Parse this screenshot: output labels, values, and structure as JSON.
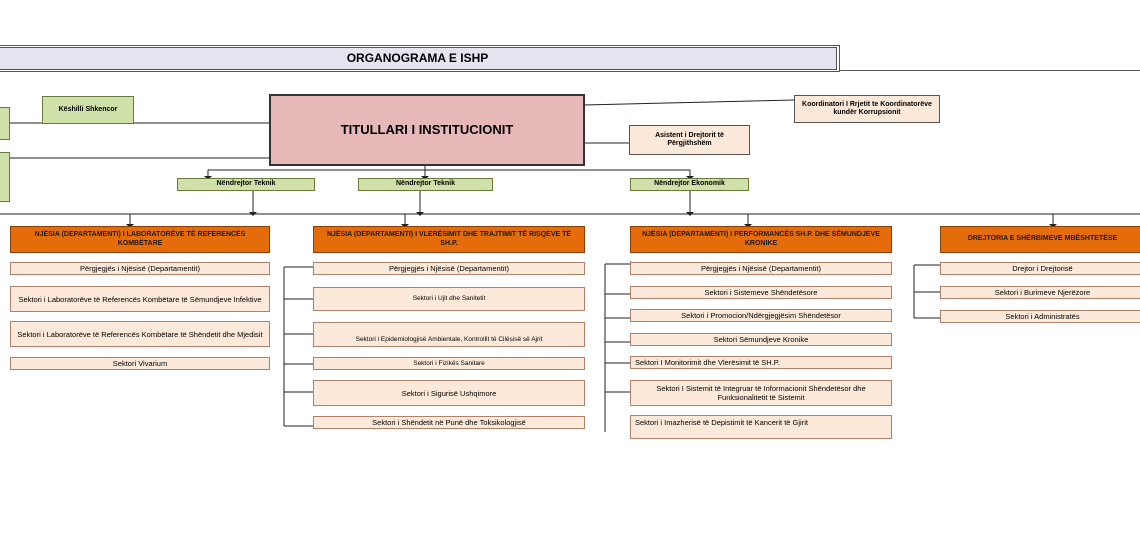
{
  "title": "ORGANOGRAMA E  ISHP",
  "keshilli": "Këshilli Shkencor",
  "titullari": "TITULLARI I INSTITUCIONIT",
  "koordinatori": "Koordinatori I Rrjetit te Koordinatorëve kundër Korrupsionit",
  "asistent": "Asistent i Drejtorit të Përgjithshëm",
  "nendrejtor": [
    "Nëndrejtor Teknik",
    "Nëndrejtor Teknik",
    "Nëndrejtor Ekonomik"
  ],
  "departments": [
    {
      "title": "NJËSIA (DEPARTAMENTI) I LABORATORËVE TË REFERENCËS KOMBËTARE",
      "items": [
        "Përgjegjës i Njësisë (Departamentit)",
        "Sektori i Laboratorëve të Referencës Kombëtare të Sëmundjeve Infektive",
        "Sektori i Laboratorëve të Referencës Kombëtare të Shëndetit dhe Mjedisit",
        "Sektori Vivarium"
      ]
    },
    {
      "title": "NJËSIA (DEPARTAMENTI) I VLERËSIMIT DHE TRAJTIMIT TË RISQEVE TË SH.P.",
      "items": [
        "Përgjegjës i Njësisë (Departamentit)",
        "Sektori i Ujit dhe Sanitetit",
        "Sektori i Epidemiologjisë Ambientale, Kontrollit të Cilësisë së Ajrit",
        "Sektori i Fizikës Sanitare",
        "Sektori i Sigurisë Ushqimore",
        "Sektori i Shëndetit në Punë dhe Toksikologjisë"
      ]
    },
    {
      "title": "NJËSIA (DEPARTAMENTI) I PERFORMANCËS SH.P. DHE SËMUNDJEVE KRONIKE",
      "items": [
        "Përgjegjës i Njësisë (Departamentit)",
        "Sektori i Sistemeve Shëndetësore",
        "Sektori i Promocion/Ndërgjegjësim Shëndetësor",
        "Sektori Sëmundjeve Kronike",
        "Sektori I Monitorimit dhe Vlerësimit të SH.P.",
        "Sektori I Sistemit të Integruar të Informacionit Shëndetësor dhe Funksionalitetit të Sistemit",
        "Sektori i Imazherisë të Depistimit të Kancerit të Gjirit"
      ]
    },
    {
      "title": "DREJTORIA E SHËRBIMEVE MBËSHTETËSE",
      "items": [
        "Drejtor i Drejtorisë",
        "Sektori i Burimeve Njerëzore",
        "Sektori i Administratës"
      ]
    }
  ],
  "colors": {
    "title_bg": "#e6e4f0",
    "main_box": "#e6b8b7",
    "green_box": "#cfe0a8",
    "peach_box": "#fde9d9",
    "department_header": "#e46c0a"
  }
}
